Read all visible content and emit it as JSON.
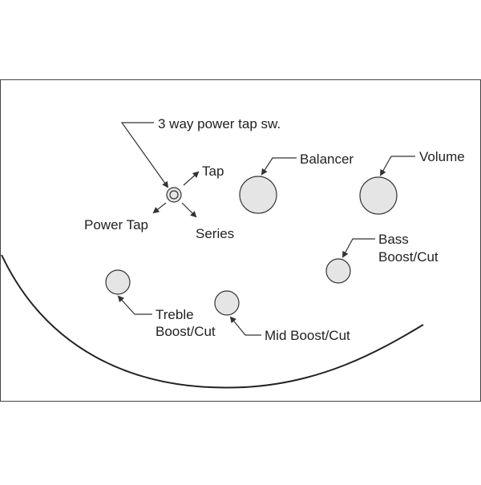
{
  "labels": {
    "power_tap_switch": "3 way power tap sw.",
    "tap": "Tap",
    "power_tap": "Power Tap",
    "series": "Series",
    "balancer": "Balancer",
    "volume": "Volume",
    "bass_line1": "Bass",
    "bass_line2": "Boost/Cut",
    "treble_line1": "Treble",
    "treble_line2": "Boost/Cut",
    "mid": "Mid Boost/Cut"
  },
  "colors": {
    "knob_fill": "#e5e5e5",
    "stroke": "#333333",
    "text": "#222222",
    "background": "#ffffff"
  }
}
